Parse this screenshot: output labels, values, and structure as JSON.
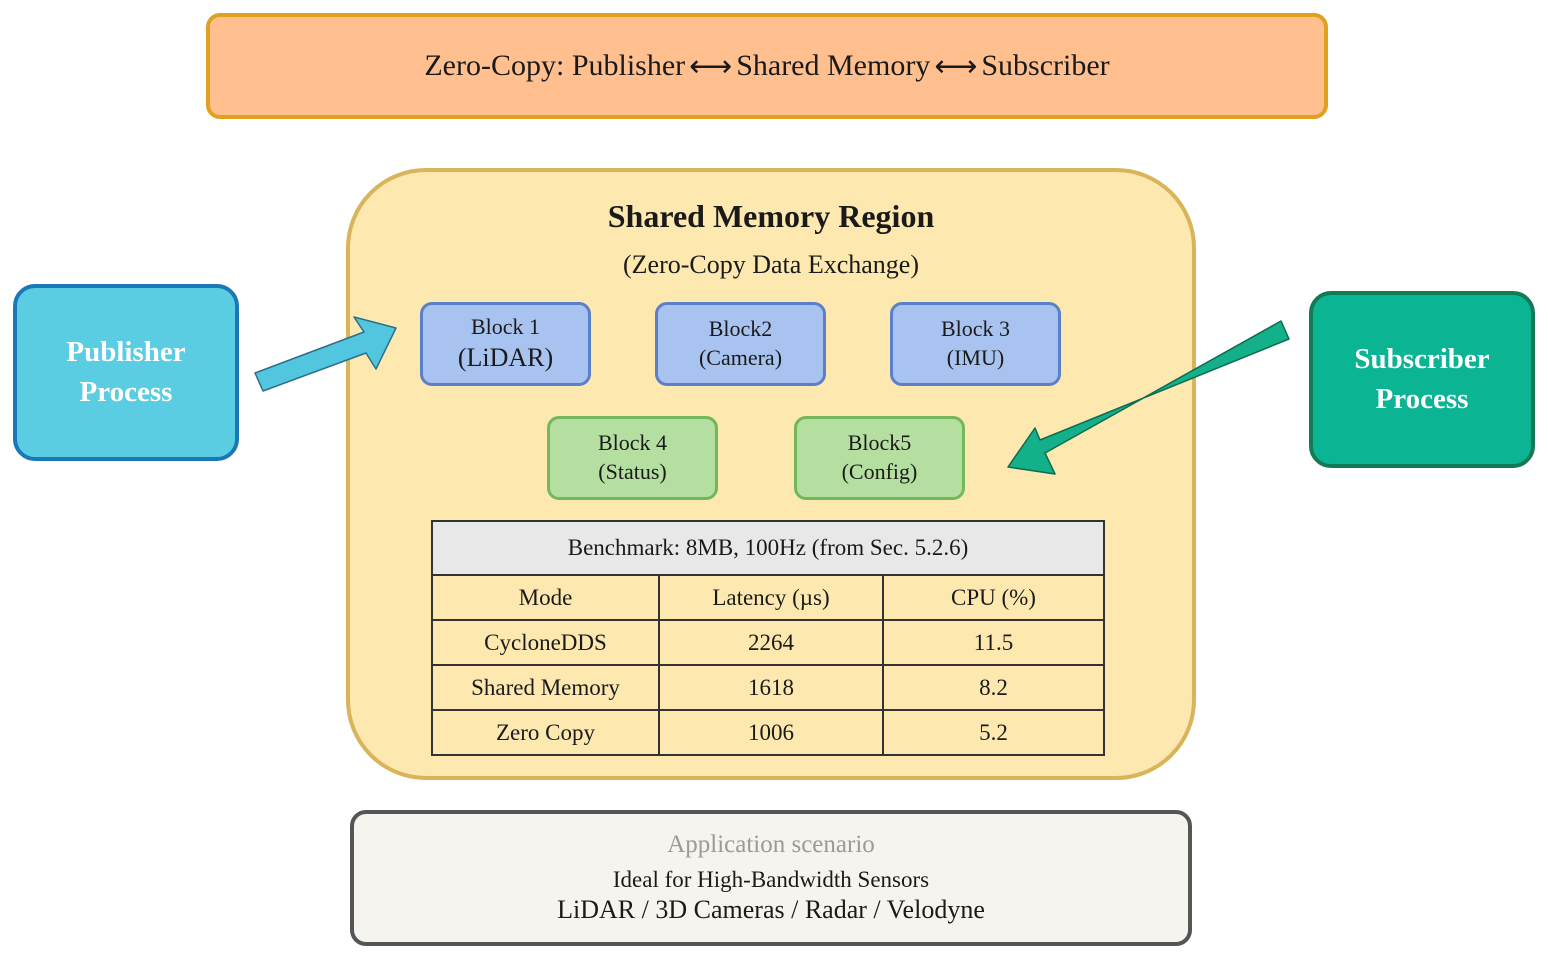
{
  "banner": {
    "prefix": "Zero-Copy: Publisher",
    "middle": "Shared Memory",
    "suffix": "Subscriber",
    "arrow_glyph": "⟷"
  },
  "region": {
    "title": "Shared Memory Region",
    "subtitle": "(Zero-Copy Data Exchange)"
  },
  "blocks": [
    {
      "line1": "Block 1",
      "line2": "(LiDAR)"
    },
    {
      "line1": "Block2",
      "line2": "(Camera)"
    },
    {
      "line1": "Block 3",
      "line2": "(IMU)"
    },
    {
      "line1": "Block 4",
      "line2": "(Status)"
    },
    {
      "line1": "Block5",
      "line2": "(Config)"
    }
  ],
  "publisher": {
    "line1": "Publisher",
    "line2": "Process"
  },
  "subscriber": {
    "line1": "Subscriber",
    "line2": "Process"
  },
  "benchmark": {
    "caption": "Benchmark: 8MB, 100Hz (from Sec. 5.2.6)",
    "headers": [
      "Mode",
      "Latency (µs)",
      "CPU (%)"
    ],
    "rows": [
      [
        "CycloneDDS",
        "2264",
        "11.5"
      ],
      [
        "Shared Memory",
        "1618",
        "8.2"
      ],
      [
        "Zero Copy",
        "1006",
        "5.2"
      ]
    ]
  },
  "application": {
    "title": "Application scenario",
    "line1": "Ideal for High-Bandwidth Sensors",
    "line2": "LiDAR / 3D Cameras / Radar / Velodyne"
  },
  "colors": {
    "banner_fill": "#ffbf8f",
    "region_fill": "#fde8b0",
    "block_blue_fill": "#a9c3f0",
    "block_green_fill": "#b5dfa0",
    "publisher_fill": "#5bcde3",
    "subscriber_fill": "#0bb594",
    "table_header_fill": "#e8e8e8",
    "app_fill": "#f6f4ee",
    "publisher_arrow": "#52c6df",
    "subscriber_arrow": "#14b08a"
  }
}
